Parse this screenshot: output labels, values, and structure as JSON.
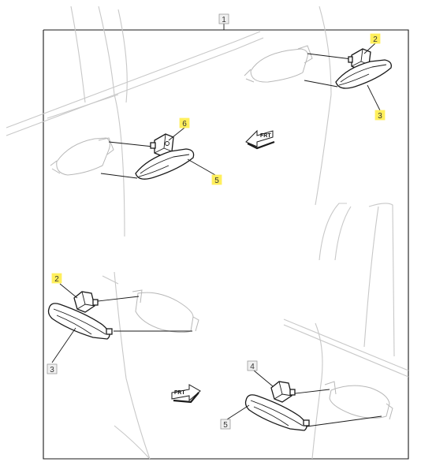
{
  "callouts": [
    {
      "id": "callout-1",
      "label": "1",
      "highlight": false
    },
    {
      "id": "callout-2-top",
      "label": "2",
      "highlight": true
    },
    {
      "id": "callout-3-top",
      "label": "3",
      "highlight": true
    },
    {
      "id": "callout-6",
      "label": "6",
      "highlight": true
    },
    {
      "id": "callout-5-top",
      "label": "5",
      "highlight": true
    },
    {
      "id": "callout-2-bottom",
      "label": "2",
      "highlight": true
    },
    {
      "id": "callout-3-bottom",
      "label": "3",
      "highlight": false
    },
    {
      "id": "callout-4",
      "label": "4",
      "highlight": false
    },
    {
      "id": "callout-5-bottom",
      "label": "5",
      "highlight": false
    }
  ],
  "direction_markers": [
    {
      "id": "frt-arrow-top",
      "label": "FRT",
      "direction": "left"
    },
    {
      "id": "frt-arrow-bottom",
      "label": "FRT",
      "direction": "right"
    }
  ],
  "colors": {
    "highlight": "#ffef5c",
    "box_fill": "#f0f0f0",
    "box_stroke": "#9a9a9a",
    "ink": "#1a1a1a",
    "ghost": "#b8b8b8"
  }
}
